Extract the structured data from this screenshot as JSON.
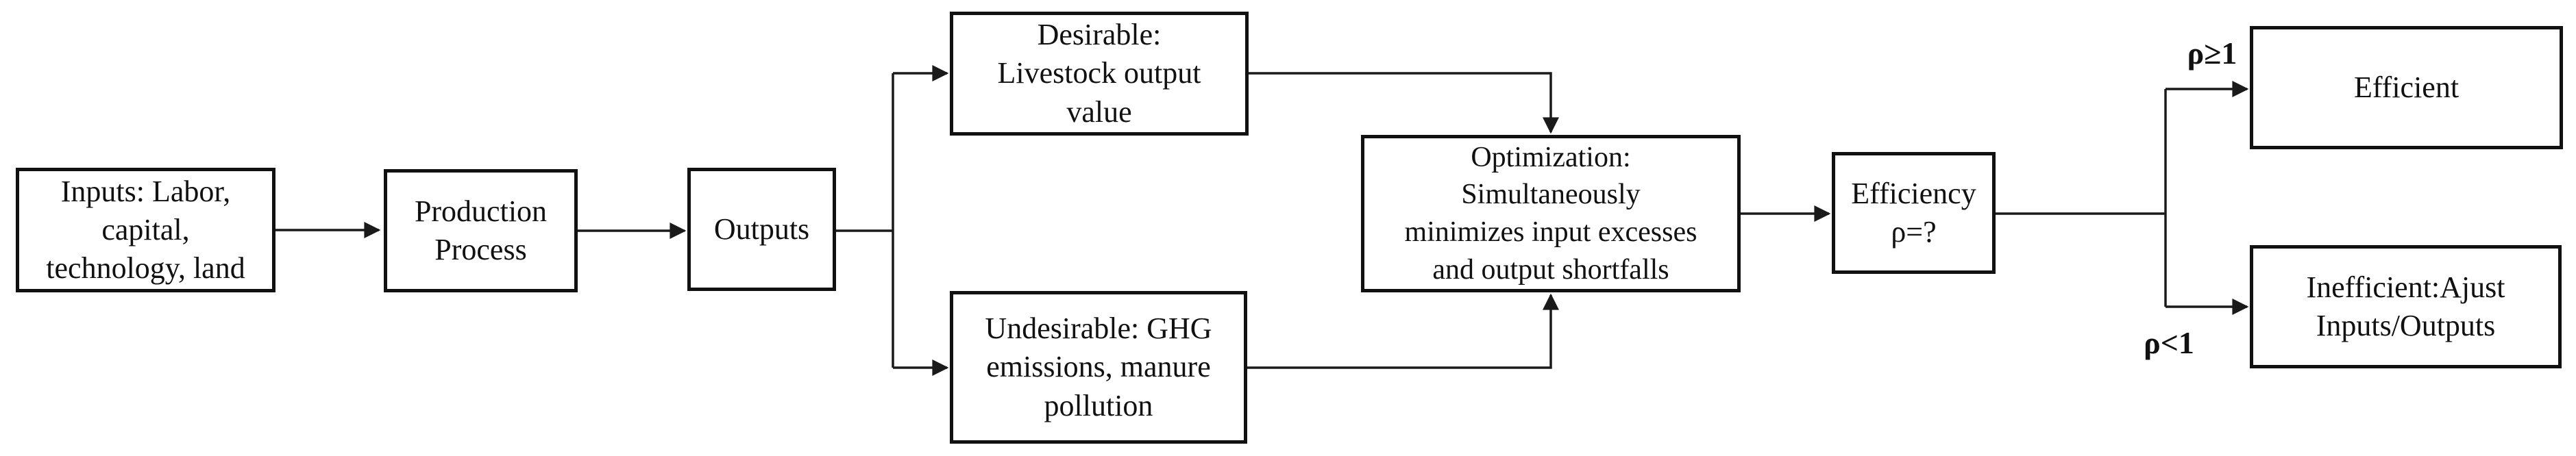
{
  "diagram": {
    "background_color": "#ffffff",
    "stroke_color": "#1a1a1a",
    "box_border_color": "#111111",
    "nodes": {
      "inputs": {
        "label": "Inputs: Labor,\ncapital,\ntechnology, land"
      },
      "production_process": {
        "label": "Production\nProcess"
      },
      "outputs": {
        "label": "Outputs"
      },
      "desirable": {
        "label": "Desirable:\nLivestock output\nvalue"
      },
      "undesirable": {
        "label": "Undesirable: GHG\nemissions, manure\npollution"
      },
      "optimization": {
        "label": "Optimization:\nSimultaneously\nminimizes input excesses\nand output shortfalls"
      },
      "efficiency": {
        "label": "Efficiency\nρ=?"
      },
      "efficient": {
        "label": "Efficient"
      },
      "inefficient": {
        "label": "Inefficient:Ajust\nInputs/Outputs"
      }
    },
    "branch_labels": {
      "to_efficient": "ρ≥1",
      "to_inefficient": "ρ<1"
    }
  }
}
